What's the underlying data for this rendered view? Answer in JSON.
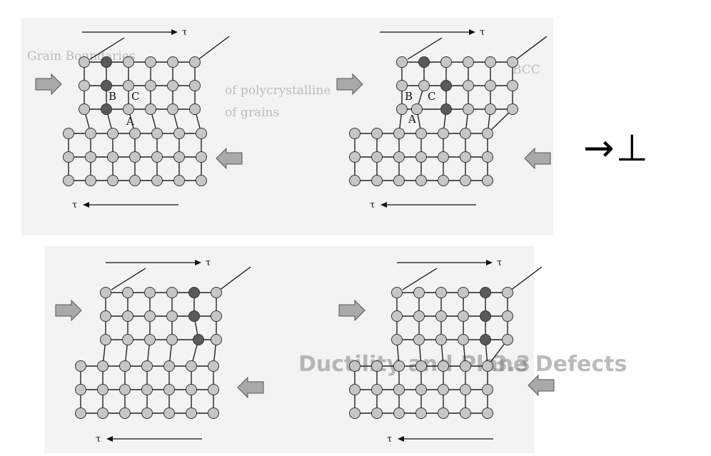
{
  "figure": {
    "tau_symbol": "τ",
    "letters": {
      "a": "A",
      "b": "B",
      "c": "C"
    },
    "side_label": "→⊥",
    "background_text": {
      "line1": "Grain Boundaries",
      "line2": "BCC",
      "line3": "of polycrystalline",
      "line4": "of grains",
      "line5": "3.3",
      "line6": "Ductility and Plane Defects"
    },
    "colors": {
      "atom_light": "#c6c6c6",
      "atom_dark": "#5a5a5a",
      "arrow_fill": "#a9a9a9"
    }
  }
}
